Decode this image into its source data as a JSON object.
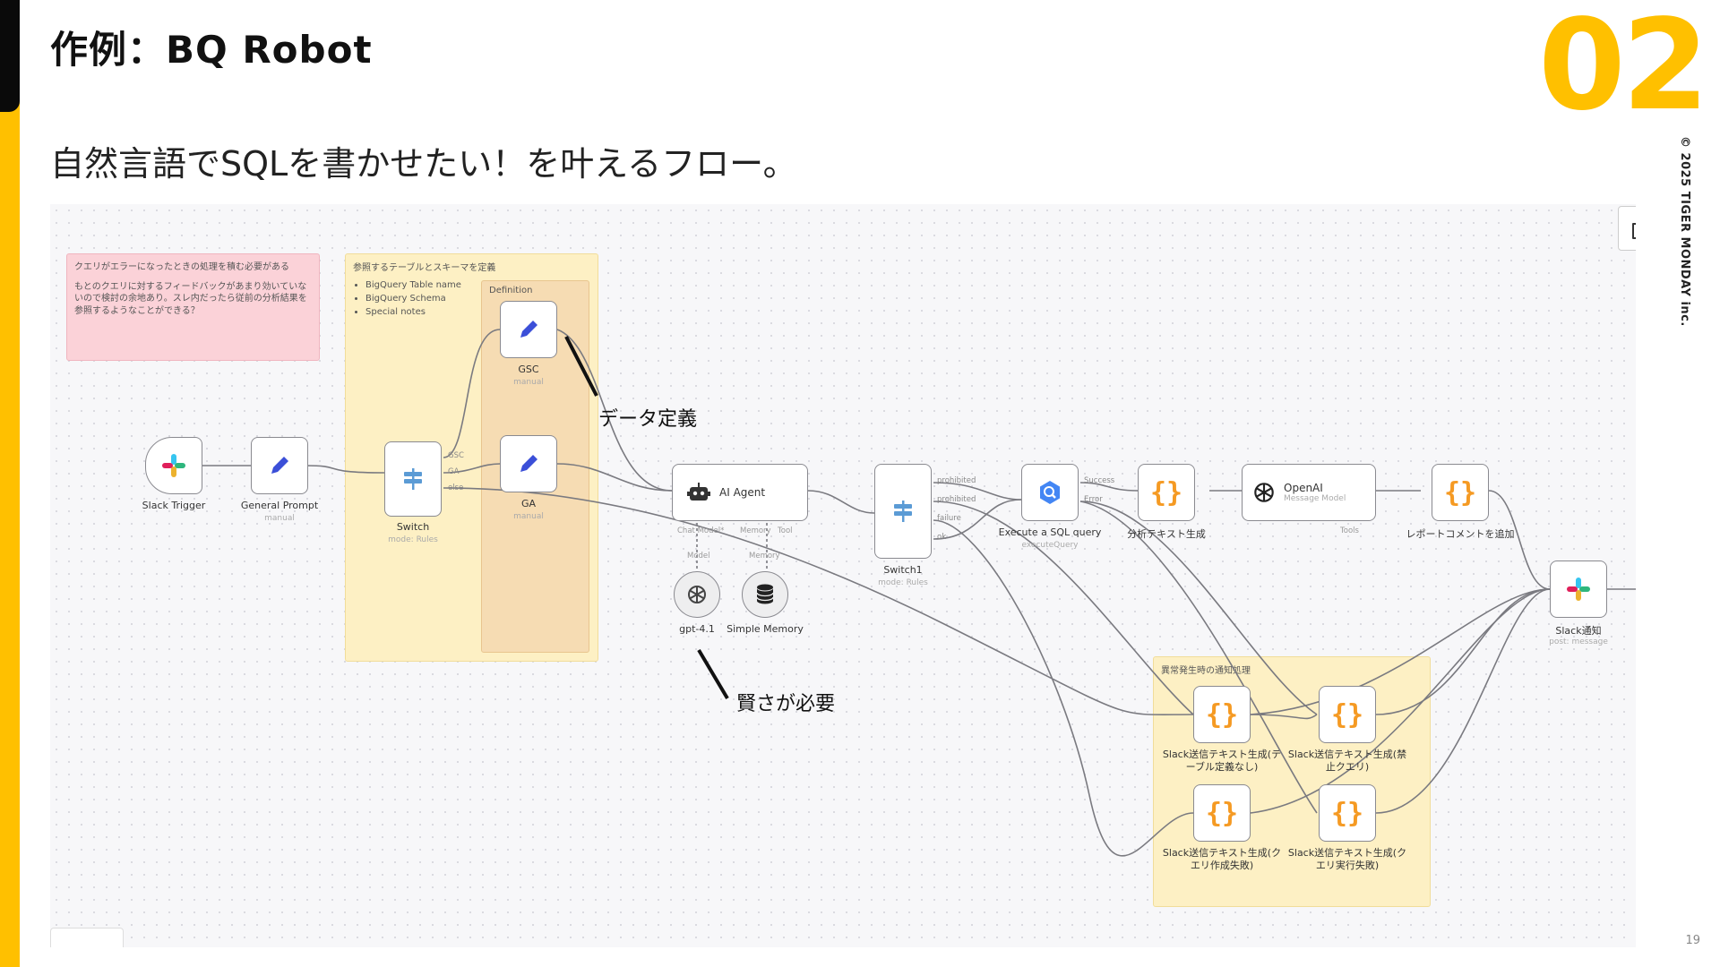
{
  "slide": {
    "title": "作例：BQ Robot",
    "number": "02",
    "subtitle": "自然言語でSQLを書かせたい！を叶えるフロー。",
    "copyright": "© 2025 TIGER MONDAY inc.",
    "page": "19"
  },
  "notes": {
    "red_title": "クエリがエラーになったときの処理を積む必要がある",
    "red_body": "もとのクエリに対するフィードバックがあまり効いていないので検討の余地あり。スレ内だったら従前の分析結果を参照するようなことができる？",
    "yellow_title": "参照するテーブルとスキーマを定義",
    "yellow_items": [
      "BigQuery Table name",
      "BigQuery Schema",
      "Special notes"
    ],
    "definition_title": "Definition",
    "error_group_title": "異常発生時の通知処理"
  },
  "nodes": {
    "slack_trigger": {
      "label": "Slack Trigger",
      "icon": "slack-icon"
    },
    "general_prompt": {
      "label": "General Prompt",
      "sub": "manual",
      "icon": "pencil-icon"
    },
    "switch": {
      "label": "Switch",
      "sub": "mode: Rules",
      "ports": [
        "GSC",
        "GA",
        "else"
      ],
      "icon": "signpost-icon"
    },
    "gsc": {
      "label": "GSC",
      "sub": "manual",
      "icon": "pencil-icon"
    },
    "ga": {
      "label": "GA",
      "sub": "manual",
      "icon": "pencil-icon"
    },
    "ai_agent": {
      "label": "AI Agent",
      "ports": [
        "Chat Model*",
        "Memory",
        "Tool"
      ],
      "icon": "robot-icon"
    },
    "gpt": {
      "label": "gpt-4.1",
      "port": "Model",
      "icon": "openai-icon"
    },
    "memory": {
      "label": "Simple Memory",
      "port": "Memory",
      "icon": "database-icon"
    },
    "switch1": {
      "label": "Switch1",
      "sub": "mode: Rules",
      "ports": [
        "prohibited",
        "prohibited",
        "failure",
        "ok"
      ],
      "icon": "signpost-icon"
    },
    "execute_sql": {
      "label": "Execute a SQL query",
      "sub": "executeQuery",
      "ports": [
        "Success",
        "Error"
      ],
      "icon": "bigquery-icon"
    },
    "analysis_text": {
      "label": "分析テキスト生成",
      "icon": "code-braces-icon"
    },
    "openai": {
      "title": "OpenAI",
      "sub": "Message Model",
      "port": "Tools",
      "icon": "openai-icon"
    },
    "report_comment": {
      "label": "レポートコメントを追加",
      "icon": "code-braces-icon"
    },
    "slack_notify": {
      "label": "Slack通知",
      "sub": "post: message",
      "icon": "slack-icon"
    },
    "err1": {
      "label": "Slack送信テキスト生成(テーブル定義なし)"
    },
    "err2": {
      "label": "Slack送信テキスト生成(禁止クエリ)"
    },
    "err3": {
      "label": "Slack送信テキスト生成(クエリ作成失敗)"
    },
    "err4": {
      "label": "Slack送信テキスト生成(クエリ実行失敗)"
    }
  },
  "annotations": {
    "data_def": "データ定義",
    "smart": "賢さが必要"
  },
  "colors": {
    "accent_yellow": "#FFC000",
    "pencil": "#3b4fd8",
    "braces": "#F59A23",
    "switch": "#5b9bd5",
    "bigquery": "#4386f4"
  }
}
